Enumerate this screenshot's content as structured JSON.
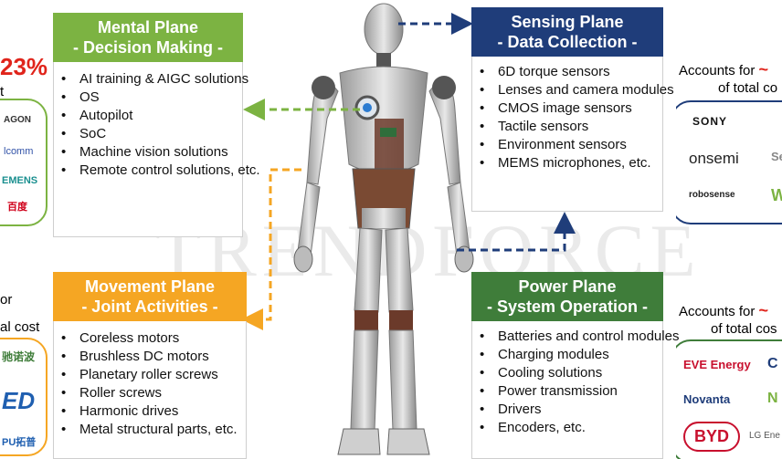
{
  "watermark": "TRENDFORCE",
  "mental": {
    "title_line1": "Mental Plane",
    "title_line2": "- Decision Making -",
    "items": [
      "AI training & AIGC solutions",
      "OS",
      "Autopilot",
      "SoC",
      "Machine vision solutions",
      "Remote control solutions, etc."
    ]
  },
  "sensing": {
    "title_line1": "Sensing Plane",
    "title_line2": "- Data Collection -",
    "items": [
      "6D torque sensors",
      "Lenses and camera modules",
      "CMOS image sensors",
      "Tactile sensors",
      "Environment sensors",
      "MEMS microphones, etc."
    ]
  },
  "movement": {
    "title_line1": "Movement Plane",
    "title_line2": "- Joint Activities -",
    "items": [
      "Coreless motors",
      "Brushless DC motors",
      "Planetary roller screws",
      "Roller screws",
      "Harmonic drives",
      "Metal structural parts, etc."
    ]
  },
  "power": {
    "title_line1": "Power Plane",
    "title_line2": "- System Operation -",
    "items": [
      "Batteries and control modules",
      "Charging modules",
      "Cooling solutions",
      "Power transmission",
      "Drivers",
      "Encoders, etc."
    ]
  },
  "left_side": {
    "pct_fragment": "23%",
    "line_t": "t",
    "line_or": "or",
    "line_cost": "al cost",
    "logos": [
      "AGON",
      "lcomm",
      "EMENS",
      "百度",
      "驰诺波",
      "ED",
      "PU拓普"
    ]
  },
  "right_top": {
    "accounts_line": "Accounts for",
    "tilde": "~",
    "of_total": "of total co",
    "logos": [
      "SONY",
      "onsemi",
      "robosense",
      "Se",
      "W"
    ]
  },
  "right_bottom": {
    "accounts_line": "Accounts for",
    "tilde": "~",
    "of_total": "of total cos",
    "logos": [
      "EVE Energy",
      "Novanta",
      "BYD",
      "LG Ene",
      "C",
      "N"
    ]
  },
  "colors": {
    "mental": "#7cb342",
    "sensing": "#1f3d7a",
    "movement": "#f5a623",
    "power": "#3f7d3a",
    "accent_red": "#e0241b"
  }
}
